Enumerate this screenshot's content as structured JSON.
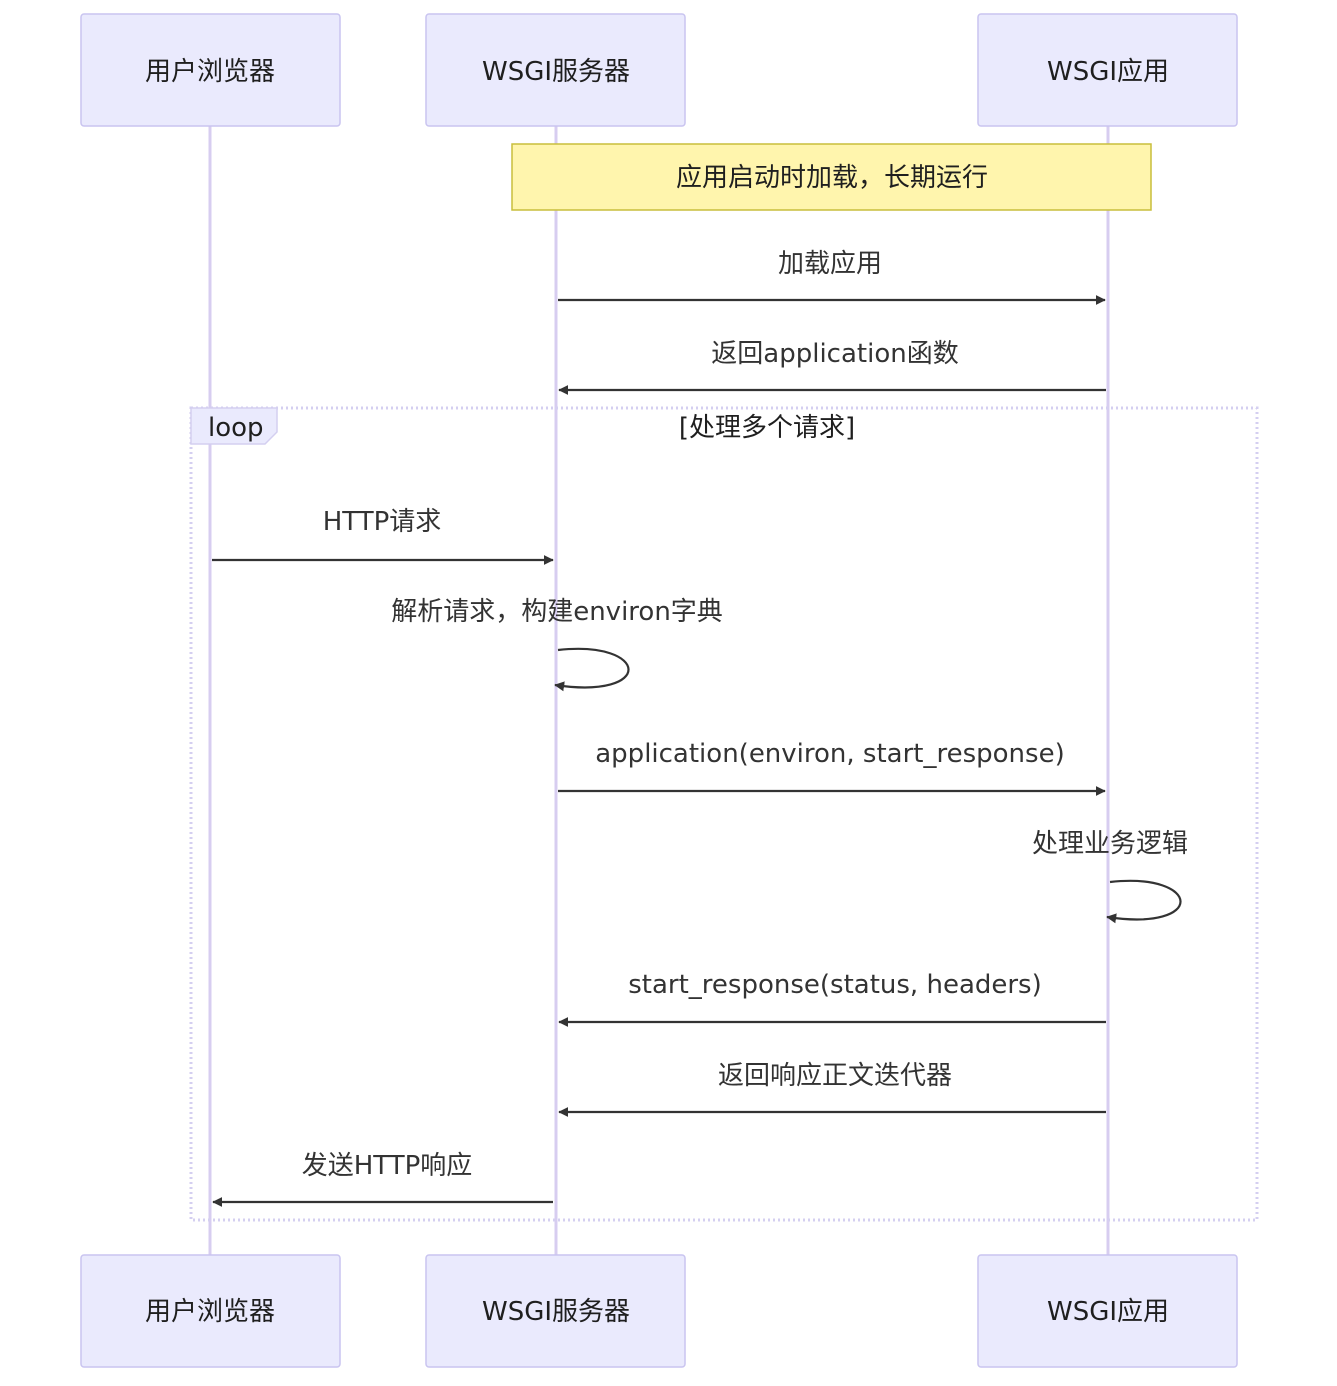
{
  "actors": [
    {
      "id": "browser",
      "label": "用户浏览器"
    },
    {
      "id": "server",
      "label": "WSGI服务器"
    },
    {
      "id": "app",
      "label": "WSGI应用"
    }
  ],
  "note": {
    "text": "应用启动时加载，长期运行"
  },
  "messages": [
    {
      "from": "server",
      "to": "app",
      "text": "加载应用"
    },
    {
      "from": "app",
      "to": "server",
      "text": "返回application函数"
    },
    {
      "from": "browser",
      "to": "server",
      "text": "HTTP请求"
    },
    {
      "from": "server",
      "to": "server",
      "text": "解析请求，构建environ字典"
    },
    {
      "from": "server",
      "to": "app",
      "text": "application(environ, start_response)"
    },
    {
      "from": "app",
      "to": "app",
      "text": "处理业务逻辑"
    },
    {
      "from": "app",
      "to": "server",
      "text": "start_response(status, headers)"
    },
    {
      "from": "app",
      "to": "server",
      "text": "返回响应正文迭代器"
    },
    {
      "from": "server",
      "to": "browser",
      "text": "发送HTTP响应"
    }
  ],
  "loop": {
    "label": "loop",
    "condition": "[处理多个请求]"
  },
  "colors": {
    "actor_fill": "#eaeafd",
    "actor_border": "#c9c4f0",
    "note_fill": "#fff5ad",
    "line": "#333333"
  }
}
